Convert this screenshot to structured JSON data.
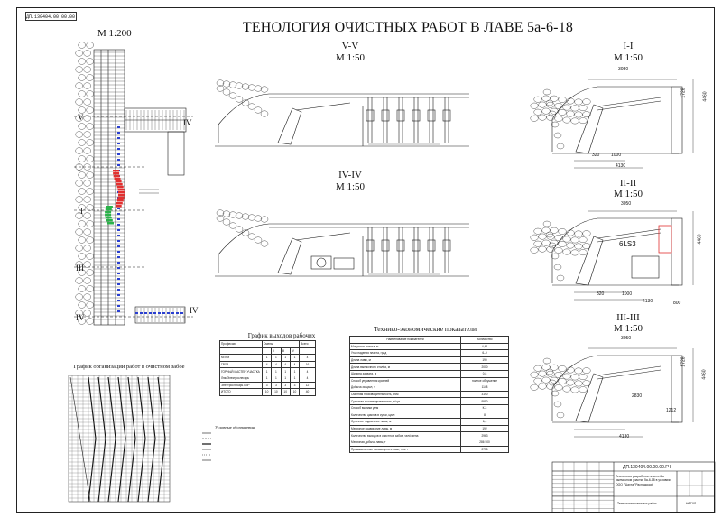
{
  "stamp_top": "ДП.130404.00.00.00.ГЧ",
  "title": "ТЕНОЛОГИЯ ОЧИСТНЫХ РАБОТ В ЛАВЕ 5а-6-18",
  "plan": {
    "scale": "М 1:200",
    "section_marks": [
      "V",
      "I",
      "II",
      "III",
      "IV"
    ]
  },
  "sections": [
    {
      "id": "V-V",
      "scale": "М 1:50"
    },
    {
      "id": "IV-IV",
      "scale": "М 1:50"
    },
    {
      "id": "I-I",
      "scale": "М 1:50"
    },
    {
      "id": "II-II",
      "scale": "М 1:50"
    },
    {
      "id": "III-III",
      "scale": "М 1:50"
    }
  ],
  "dims": {
    "i_top": "3050",
    "i_bottom": "4130",
    "i_right": "4460",
    "i_inner": "1728",
    "i_a": "320",
    "i_b": "1000",
    "ii_top": "3050",
    "ii_right": "4460",
    "ii_a": "320",
    "ii_b": "1000",
    "ii_c": "4130",
    "ii_d": "800",
    "ii_label": "6LS3",
    "iii_top": "3050",
    "iii_right": "4460",
    "iii_a": "2830",
    "iii_b": "1212",
    "iii_c": "4130",
    "iii_d": "1728"
  },
  "schedule": {
    "title": "График выходов рабочих",
    "headers": [
      "Профессия",
      "Смены",
      "",
      "",
      "",
      "Всего"
    ],
    "subheaders": [
      "",
      "I",
      "II",
      "III",
      "IV",
      ""
    ],
    "rows": [
      [
        "МГВМ",
        "1",
        "1",
        "1",
        "1",
        "4"
      ],
      [
        "ГРОЗ",
        "4",
        "4",
        "4",
        "4",
        "16"
      ],
      [
        "ГОРНЫЙ МАСТЕР УЧАСТКА",
        "1",
        "1",
        "1",
        "1",
        "4"
      ],
      [
        "Люк Электрослесарь",
        "1",
        "1",
        "1",
        "1",
        "4"
      ],
      [
        "Электрослесарь ПЗР",
        "3",
        "3",
        "3",
        "3",
        "12"
      ],
      [
        "ИТОГО",
        "10",
        "10",
        "10",
        "10",
        "40"
      ]
    ]
  },
  "tep": {
    "title": "Технико-экономические показатели",
    "headers": [
      "Наименование показателей",
      "Количество"
    ],
    "rows": [
      [
        "Мощность пласта, м",
        "4,46"
      ],
      [
        "Угол падения пласта, град",
        "6–9"
      ],
      [
        "Длина лавы, м",
        "190"
      ],
      [
        "Длина выемочного столба, м",
        "2000"
      ],
      [
        "Ширина захвата, м",
        "0,8"
      ],
      [
        "Способ управления кровлей",
        "полное обрушение"
      ],
      [
        "Добыча за цикл, т",
        "1148"
      ],
      [
        "Сменная производительность, т/см",
        "3190"
      ],
      [
        "Суточная производительность, т/сут",
        "9550"
      ],
      [
        "Способ выемки угля",
        "К-3"
      ],
      [
        "Количество циклов в сутки, цикл",
        "8"
      ],
      [
        "Суточное подвигание лавы, м",
        "6,4"
      ],
      [
        "Месячное подвигание лавы, м",
        "192"
      ],
      [
        "Количество выходов в очистном забое, чел/смена",
        "2963"
      ],
      [
        "Месячная добыча лавы, т",
        "286 500"
      ],
      [
        "Промышленные запасы угля в лаве, тыс. т",
        "2755"
      ]
    ]
  },
  "gantt": {
    "title": "График организации работ в очистном забое",
    "legend_title": "Условные обозначения"
  },
  "title_block": {
    "code": "ДП.130404.00.00.00.ГЧ",
    "desc": "Технология разработки пласта 6 в выемочном участке 5а-6-18 в условиях ООО \"Шахта \"Распадская\"",
    "sheet_name": "Технология очистных работ",
    "org": "НФГУЛ"
  },
  "colors": {
    "line": "#1a1a1a",
    "red": "#e23030",
    "green": "#2bb24a",
    "blue": "#2a3fd0",
    "rock": "#555555"
  }
}
